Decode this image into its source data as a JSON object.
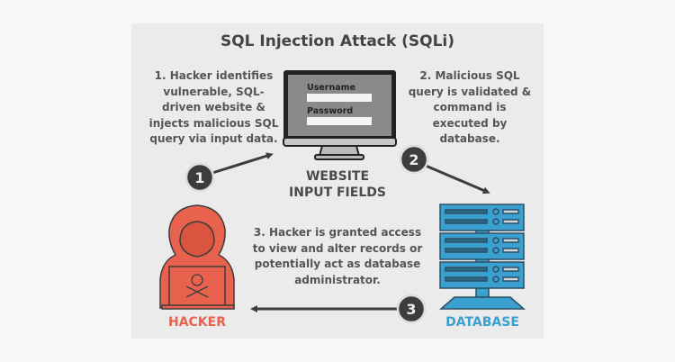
{
  "title": "SQL Injection Attack (SQLi)",
  "steps": [
    {
      "number": "1",
      "text": "1. Hacker identifies vulnerable, SQL-driven website & injects malicious SQL query via input data.",
      "lines": [
        "1. Hacker identifies",
        "vulnerable, SQL-",
        "driven website &",
        "injects malicious SQL",
        "query via input data."
      ]
    },
    {
      "number": "2",
      "lines": [
        "2. Malicious SQL",
        "query is validated &",
        "command is",
        "executed by",
        "database."
      ]
    },
    {
      "number": "3",
      "lines": [
        "3. Hacker is granted access",
        "to view and alter records or",
        "potentially act as database",
        "administrator."
      ]
    }
  ],
  "website": {
    "username_label": "Username",
    "password_label": "Password",
    "caption_lines": [
      "WEBSITE",
      "INPUT FIELDS"
    ]
  },
  "hacker_label": "HACKER",
  "database_label": "DATABASE",
  "colors": {
    "hacker": "#e8624d",
    "database": "#3aa0d0",
    "dark": "#3d3d3d",
    "panel": "#ebebeb"
  }
}
